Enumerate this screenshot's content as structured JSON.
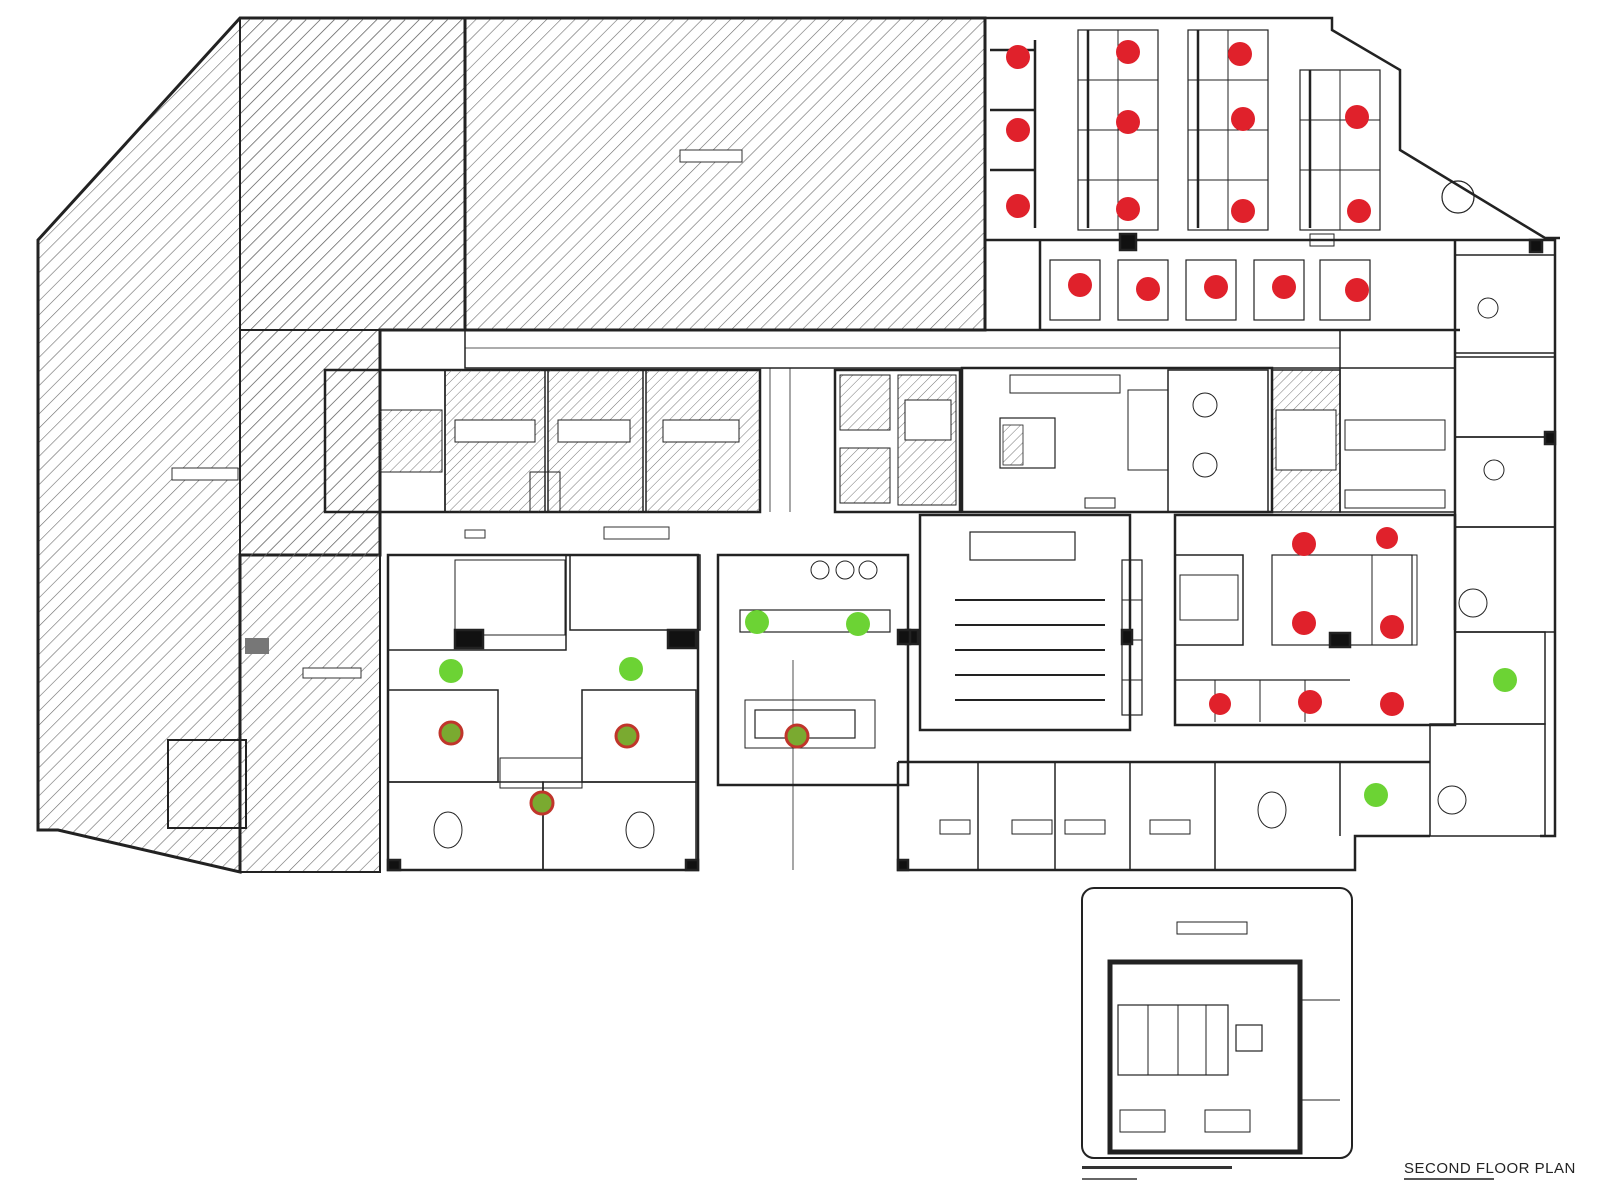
{
  "plan": {
    "title": "SECOND FLOOR PLAN"
  },
  "colors": {
    "wall": "#2a2a2a",
    "hatch": "#555555",
    "occupied_marker": "#e0212b",
    "available_marker": "#6cd334",
    "ringed_marker_fill": "#7aaa30",
    "ringed_marker_ring": "#c0352b",
    "background": "#ffffff"
  },
  "legend_semantics": {
    "red": "marker-red",
    "green": "marker-green",
    "ringed": "marker-green-red-ring"
  }
}
